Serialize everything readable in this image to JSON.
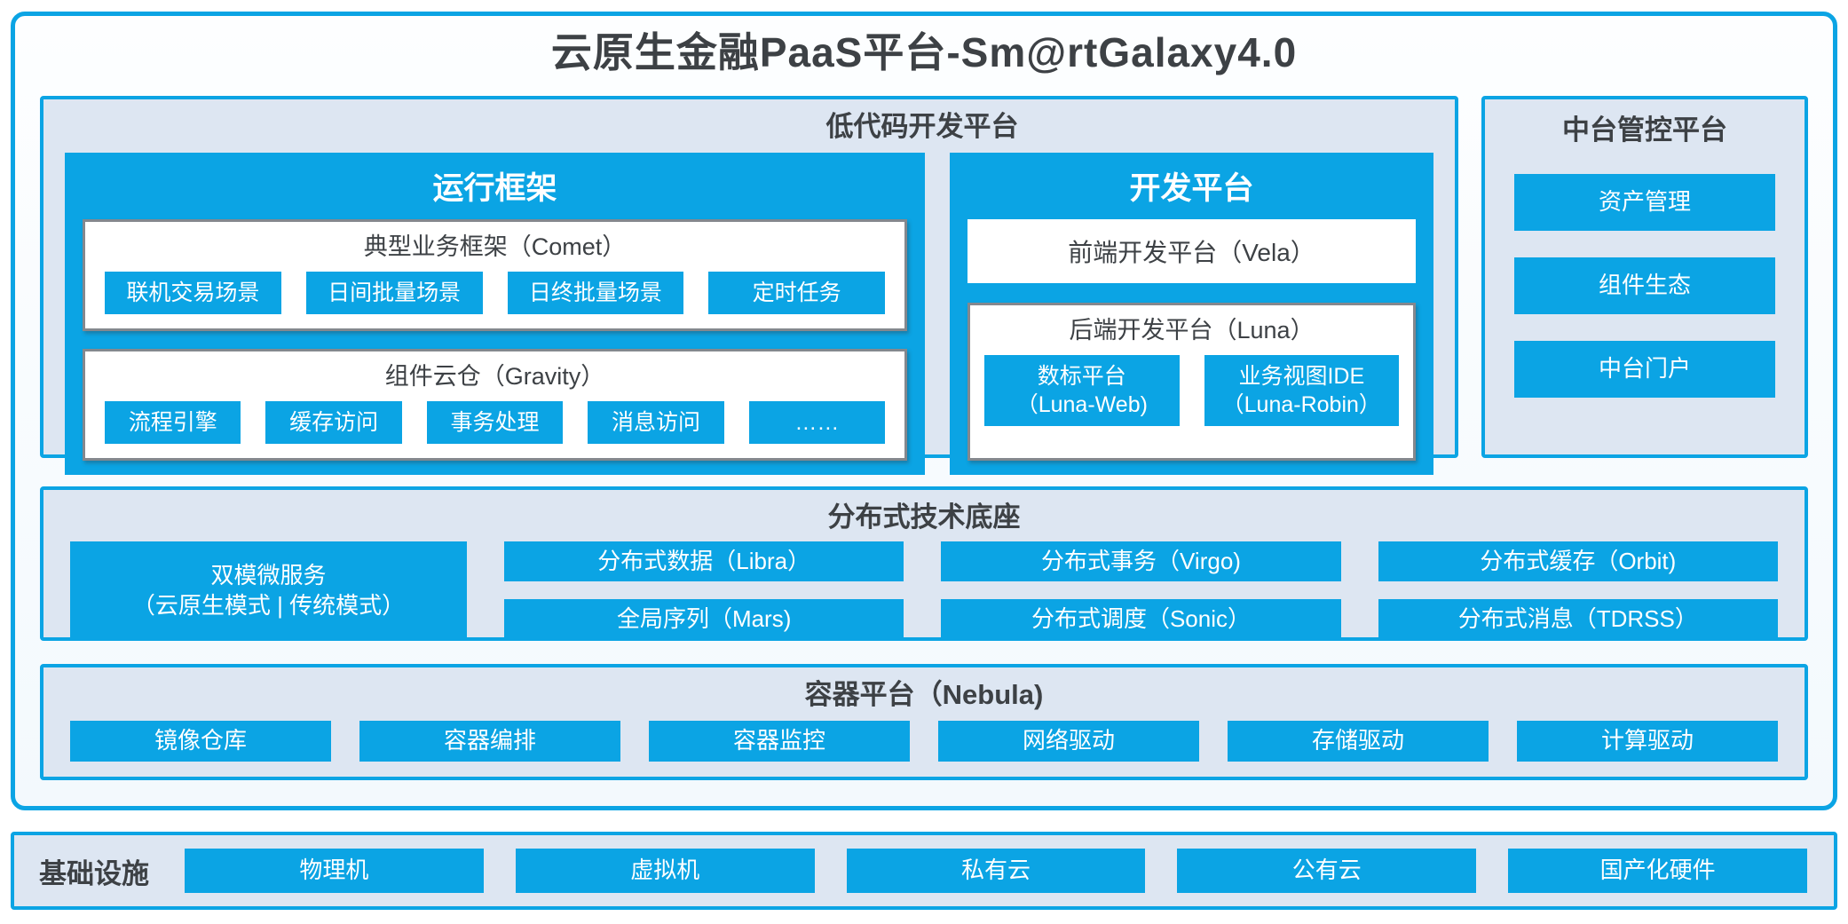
{
  "title": "云原生金融PaaS平台-Sm@rtGalaxy4.0",
  "colors": {
    "accent": "#0ba4e4",
    "panel_background": "#dde6f2",
    "inner_box_border": "#84888e",
    "dark_text": "#3d4145"
  },
  "low_code": {
    "title": "低代码开发平台",
    "runtime": {
      "title": "运行框架",
      "comet": {
        "title": "典型业务框架（Comet）",
        "items": [
          "联机交易场景",
          "日间批量场景",
          "日终批量场景",
          "定时任务"
        ]
      },
      "gravity": {
        "title": "组件云仓（Gravity）",
        "items": [
          "流程引擎",
          "缓存访问",
          "事务处理",
          "消息访问",
          "……"
        ]
      }
    },
    "dev": {
      "title": "开发平台",
      "vela": "前端开发平台（Vela）",
      "luna": {
        "title": "后端开发平台（Luna）",
        "items": [
          {
            "line1": "数标平台",
            "line2": "（Luna-Web)"
          },
          {
            "line1": "业务视图IDE",
            "line2": "（Luna-Robin）"
          }
        ]
      }
    }
  },
  "midplatform": {
    "title": "中台管控平台",
    "items": [
      "资产管理",
      "组件生态",
      "中台门户"
    ]
  },
  "distributed": {
    "title": "分布式技术底座",
    "dual": {
      "line1": "双模微服务",
      "line2": "（云原生模式 | 传统模式）"
    },
    "grid": [
      [
        "分布式数据（Libra）",
        "全局序列（Mars)"
      ],
      [
        "分布式事务（Virgo)",
        "分布式调度（Sonic）"
      ],
      [
        "分布式缓存（Orbit)",
        "分布式消息（TDRSS）"
      ]
    ]
  },
  "container_platform": {
    "title": "容器平台（Nebula)",
    "items": [
      "镜像仓库",
      "容器编排",
      "容器监控",
      "网络驱动",
      "存储驱动",
      "计算驱动"
    ]
  },
  "infrastructure": {
    "title": "基础设施",
    "items": [
      "物理机",
      "虚拟机",
      "私有云",
      "公有云",
      "国产化硬件"
    ]
  }
}
